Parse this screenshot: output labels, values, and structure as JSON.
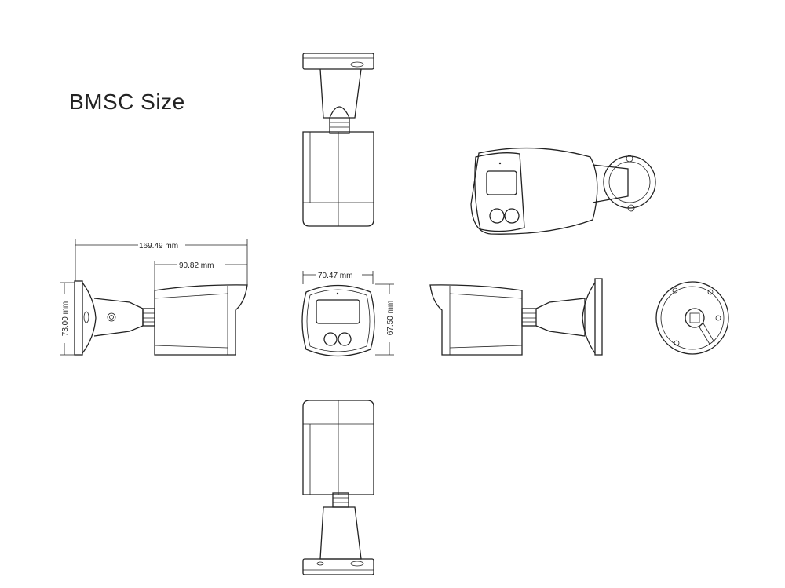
{
  "title": "BMSC Size",
  "dimensions": {
    "overall_length": "169.49 mm",
    "body_length": "90.82 mm",
    "mount_height": "73.00 mm",
    "front_width": "70.47 mm",
    "front_height": "67.50 mm"
  },
  "views": [
    "top-view",
    "perspective-view",
    "left-side-view",
    "front-view",
    "right-side-view",
    "back-view",
    "bottom-view"
  ]
}
